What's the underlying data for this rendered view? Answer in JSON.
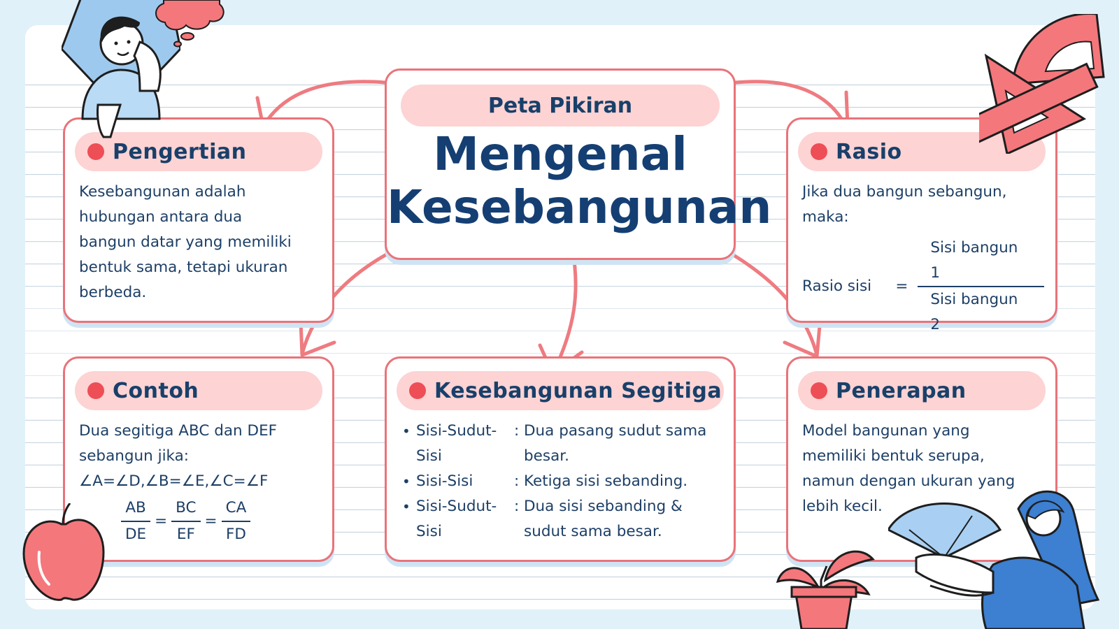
{
  "center": {
    "subtitle": "Peta Pikiran",
    "title_line1": "Mengenal",
    "title_line2": "Kesebangunan"
  },
  "pengertian": {
    "title": "Pengertian",
    "lines": [
      "Kesebangunan adalah",
      "hubungan antara dua",
      "bangun datar yang memiliki",
      "bentuk sama, tetapi ukuran",
      "berbeda."
    ]
  },
  "rasio": {
    "title": "Rasio",
    "lines": [
      "Jika dua bangun sebangun,",
      "maka:"
    ],
    "formula_label": "Rasio sisi",
    "formula_eq": "=",
    "numerator": "Sisi bangun 1",
    "denominator": "Sisi bangun 2"
  },
  "contoh": {
    "title": "Contoh",
    "lines": [
      "Dua segitiga ABC dan DEF",
      "sebangun jika:"
    ],
    "angles": "∠A=∠D,∠B=∠E,∠C=∠F",
    "fractions": [
      {
        "num": "AB",
        "den": "DE"
      },
      {
        "num": "BC",
        "den": "EF"
      },
      {
        "num": "CA",
        "den": "FD"
      }
    ],
    "eq": "="
  },
  "segitiga": {
    "title": "Kesebangunan Segitiga",
    "bullet": "•",
    "colon": ":",
    "criteria": [
      {
        "name1": "Sisi-Sudut-",
        "name2": "Sisi",
        "desc1": "Dua pasang sudut sama",
        "desc2": "besar."
      },
      {
        "name1": "Sisi-Sisi",
        "name2": "",
        "desc1": "Ketiga sisi sebanding.",
        "desc2": ""
      },
      {
        "name1": "Sisi-Sudut-",
        "name2": "Sisi",
        "desc1": "Dua sisi sebanding &",
        "desc2": "sudut sama besar."
      }
    ]
  },
  "penerapan": {
    "title": "Penerapan",
    "lines": [
      "Model bangunan yang",
      "memiliki bentuk serupa,",
      "namun dengan ukuran yang",
      "lebih kecil."
    ]
  },
  "colors": {
    "accent": "#e9737a",
    "dot": "#ee4e56",
    "pill": "#fdd3d3",
    "text": "#1d3f66",
    "background": "#e1f1f9"
  },
  "icons": [
    "man-thinking-illustration",
    "thought-cloud-icon",
    "protractor-ruler-icon",
    "apple-icon",
    "plant-pot-icon",
    "woman-with-protractor-illustration"
  ]
}
